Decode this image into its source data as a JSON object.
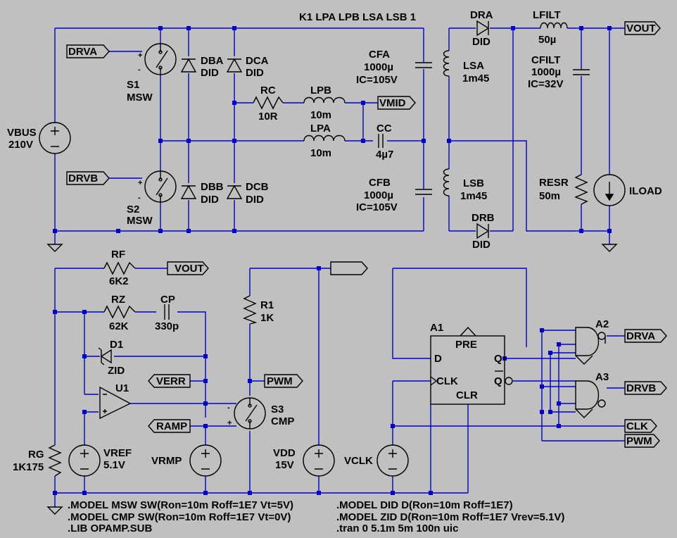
{
  "title": "K1 LPA LPB LSA LSB 1",
  "labels": {
    "DBA": "DBA",
    "DCA": "DCA",
    "DBB": "DBB",
    "DCB": "DCB",
    "DID": "DID",
    "S1": "S1",
    "S2": "S2",
    "S3": "S3",
    "MSW": "MSW",
    "CMP": "CMP",
    "RC": "RC",
    "R10R": "10R",
    "LPB": "LPB",
    "LPA": "LPA",
    "L10m": "10m",
    "CFA": "CFA",
    "CFB": "CFB",
    "C1000u": "1000µ",
    "IC105": "IC=105V",
    "CC": "CC",
    "CC_val": "4µ7",
    "DRA": "DRA",
    "DRB": "DRB",
    "LSA": "LSA",
    "LSB": "LSB",
    "L1m45": "1m45",
    "LFILT": "LFILT",
    "LFILT_val": "50µ",
    "CFILT": "CFILT",
    "IC32": "IC=32V",
    "RESR": "RESR",
    "RESR_val": "50m",
    "ILOAD": "ILOAD",
    "VBUS": "VBUS",
    "VBUS_val": "210V",
    "RF": "RF",
    "RF_val": "6K2",
    "RZ": "RZ",
    "RZ_val": "62K",
    "CP": "CP",
    "CP_val": "330p",
    "D1": "D1",
    "ZID": "ZID",
    "U1": "U1",
    "RG": "RG",
    "RG_val": "1K175",
    "VREF": "VREF",
    "VREF_val": "5.1V",
    "VRMP": "VRMP",
    "R1": "R1",
    "R1_val": "1K",
    "VDD": "VDD",
    "VDD_val": "15V",
    "VCLK": "VCLK",
    "A1": "A1",
    "A2": "A2",
    "A3": "A3",
    "PRE": "PRE",
    "CLR": "CLR",
    "D": "D",
    "Q": "Q",
    "QB": "Q",
    "CLK": "CLK",
    "plus": "+",
    "minus": "-"
  },
  "flags": {
    "DRVA": "DRVA",
    "DRVB": "DRVB",
    "VMID": "VMID",
    "VOUT": "VOUT",
    "VERR": "VERR",
    "RAMP": "RAMP",
    "PWM": "PWM",
    "CLK": "CLK"
  },
  "directives": [
    ".MODEL MSW SW(Ron=10m Roff=1E7 Vt=5V)",
    ".MODEL CMP SW(Ron=10m Roff=1E7 Vt=0V)",
    ".LIB OPAMP.SUB",
    ".MODEL DID D(Ron=10m Roff=1E7)",
    ".MODEL ZID D(Ron=10m Roff=1E7 Vrev=5.1V)",
    ".tran 0 5.1m 5m 100n uic"
  ],
  "colors": {
    "background": "#c0c0c0",
    "wire": "#0000cc",
    "component": "#000000"
  }
}
